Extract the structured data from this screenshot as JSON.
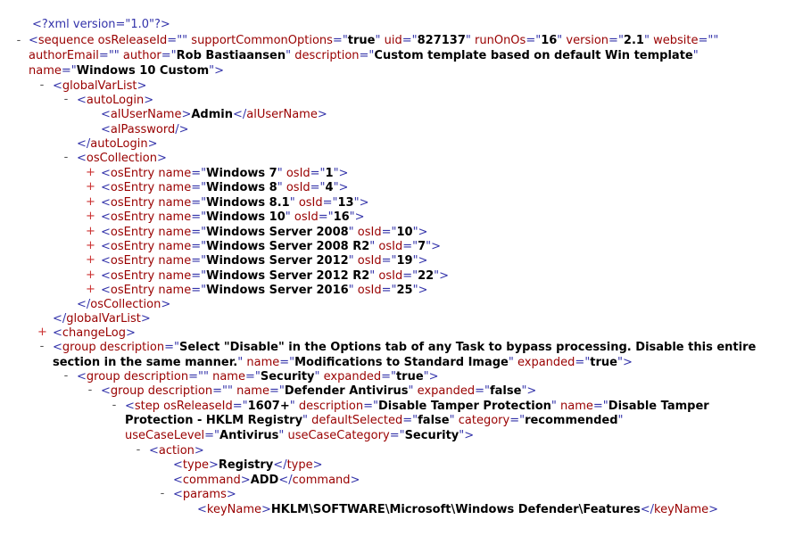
{
  "xml_declaration": "<?xml version=\"1.0\"?>",
  "sequence": {
    "toggle": "-",
    "tag": "sequence",
    "attrs": {
      "osReleaseId": "",
      "supportCommonOptions": "true",
      "uid": "827137",
      "runOnOs": "16",
      "version": "2.1",
      "website": "",
      "authorEmail": "",
      "author": "Rob Bastiaansen",
      "description": "Custom template based on default Win template",
      "name": "Windows 10 Custom"
    }
  },
  "globalVarList": {
    "toggle": "-",
    "autoLogin": {
      "toggle": "-",
      "alUserName": "Admin",
      "alPassword_tag": "alPassword"
    },
    "osCollection": {
      "toggle": "-",
      "entries": [
        {
          "toggle": "+",
          "name": "Windows 7",
          "osId": "1"
        },
        {
          "toggle": "+",
          "name": "Windows 8",
          "osId": "4"
        },
        {
          "toggle": "+",
          "name": "Windows 8.1",
          "osId": "13"
        },
        {
          "toggle": "+",
          "name": "Windows 10",
          "osId": "16"
        },
        {
          "toggle": "+",
          "name": "Windows Server 2008",
          "osId": "10"
        },
        {
          "toggle": "+",
          "name": "Windows Server 2008 R2",
          "osId": "7"
        },
        {
          "toggle": "+",
          "name": "Windows Server 2012",
          "osId": "19"
        },
        {
          "toggle": "+",
          "name": "Windows Server 2012 R2",
          "osId": "22"
        },
        {
          "toggle": "+",
          "name": "Windows Server 2016",
          "osId": "25"
        }
      ]
    }
  },
  "changeLog": {
    "toggle": "+",
    "tag": "changeLog"
  },
  "group1": {
    "toggle": "-",
    "description_line1": "Select \"Disable\" in the Options tab of any Task to bypass processing. Disable this entire",
    "description_line2": "section in the same manner.",
    "name": "Modifications to Standard Image",
    "expanded": "true"
  },
  "group2": {
    "toggle": "-",
    "description": "",
    "name": "Security",
    "expanded": "true"
  },
  "group3": {
    "toggle": "-",
    "description": "",
    "name": "Defender Antivirus",
    "expanded": "false"
  },
  "step": {
    "toggle": "-",
    "osReleaseId": "1607+",
    "description": "Disable Tamper Protection",
    "name_line1": "Disable Tamper",
    "name_line2": "Protection - HKLM Registry",
    "defaultSelected": "false",
    "category": "recommended",
    "useCaseLevel": "Antivirus",
    "useCaseCategory": "Security"
  },
  "action": {
    "toggle": "-",
    "type": "Registry",
    "command": "ADD",
    "params": {
      "toggle": "-",
      "keyName": "HKLM\\SOFTWARE\\Microsoft\\Windows Defender\\Features"
    }
  },
  "colors": {
    "bracket": "#3333aa",
    "name": "#990000",
    "value": "#000000",
    "plus_toggle": "#cc3333",
    "minus_toggle": "#555555"
  }
}
